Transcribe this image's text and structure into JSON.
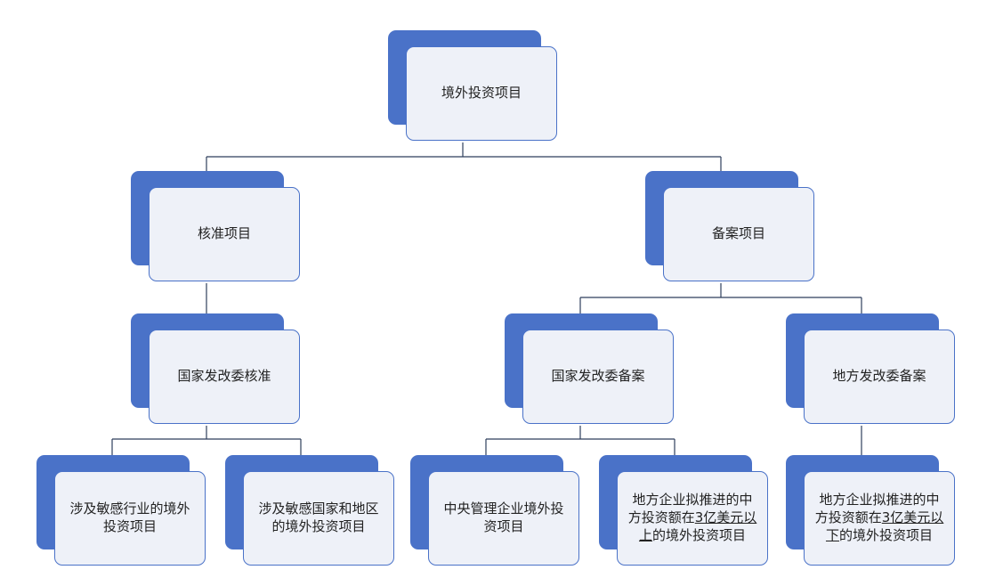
{
  "nodes": {
    "root": {
      "label": "境外投资项目"
    },
    "approval": {
      "label": "核准项目"
    },
    "filing": {
      "label": "备案项目"
    },
    "ndrc_approval": {
      "label": "国家发改委核准"
    },
    "ndrc_filing": {
      "label": "国家发改委备案"
    },
    "local_filing": {
      "label": "地方发改委备案"
    },
    "sensitive_industry": {
      "label": "涉及敏感行业的境外投资项目"
    },
    "sensitive_region": {
      "label": "涉及敏感国家和地区的境外投资项目"
    },
    "central_enterprise": {
      "label": "中央管理企业境外投资项目"
    },
    "local_above": {
      "pre": "地方企业拟推进的中方投资额在",
      "emph": "3亿美元以上",
      "post": "的境外投资项目"
    },
    "local_below": {
      "pre": "地方企业拟推进的中方投资额在",
      "emph": "3亿美元以下",
      "post": "的境外投资项目"
    }
  },
  "colors": {
    "accent": "#4a72c8",
    "card_fill": "#eef1f8",
    "connector": "#2f3f5c"
  }
}
